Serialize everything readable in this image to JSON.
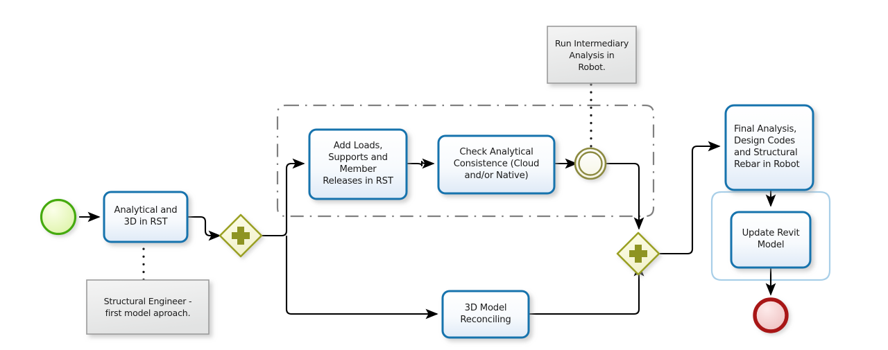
{
  "diagram": {
    "title": "Structural Analysis BPMN Workflow",
    "type": "bpmn-process-diagram",
    "colors": {
      "task_border": "#1673ad",
      "task_fill_top": "#ffffff",
      "task_fill_bottom": "#e6eef8",
      "gateway_border": "#9aa023",
      "gateway_fill": "#fbfbe2",
      "gateway_symbol": "#8e9421",
      "start_event_border": "#44aa0e",
      "start_event_fill": "#eaf9c8",
      "end_event_border": "#a81418",
      "end_event_fill": "#f6d4d4",
      "intermediate_event_border": "#8c8a3f",
      "intermediate_event_fill": "#fbfbf0",
      "annotation_fill": "#eceded",
      "annotation_border": "#9b9b9b",
      "group_border": "#808080",
      "subprocess_border": "#a9cfe8",
      "connector": "#000000"
    }
  },
  "events": {
    "start": {
      "name": "start-event",
      "label": ""
    },
    "intermediate": {
      "name": "intermediate-event",
      "label": ""
    },
    "end": {
      "name": "end-event",
      "label": ""
    }
  },
  "gateways": [
    {
      "id": "gateway-1",
      "type": "parallel",
      "symbol": "+",
      "label": ""
    },
    {
      "id": "gateway-2",
      "type": "parallel",
      "symbol": "+",
      "label": ""
    }
  ],
  "tasks": [
    {
      "id": "task-analytical-3d-rst",
      "label": "Analytical and\n3D in RST",
      "align": "center"
    },
    {
      "id": "task-add-loads",
      "label": "Add Loads,\nSupports and\nMember\nReleases in RST",
      "align": "center"
    },
    {
      "id": "task-check-analytical",
      "label": "Check Analytical\nConsistence (Cloud\nand/or Native)",
      "align": "center"
    },
    {
      "id": "task-3d-model-reconciling",
      "label": "3D Model\nReconciling",
      "align": "center"
    },
    {
      "id": "task-final-analysis",
      "label": "Final Analysis,\nDesign Codes\nand Structural\nRebar in Robot",
      "align": "left"
    },
    {
      "id": "task-update-revit-model",
      "label": "Update Revit\nModel",
      "align": "center"
    }
  ],
  "annotations": [
    {
      "id": "annotation-run-intermediary",
      "label": "Run Intermediary\nAnalysis in\nRobot."
    },
    {
      "id": "annotation-structural-engineer",
      "label": "Structural Engineer -\nfirst model aproach."
    }
  ],
  "containers": [
    {
      "id": "group-analysis-loop",
      "style": "dash-dot",
      "label": ""
    },
    {
      "id": "subprocess-revit-update",
      "style": "rounded-light-blue",
      "label": ""
    }
  ]
}
